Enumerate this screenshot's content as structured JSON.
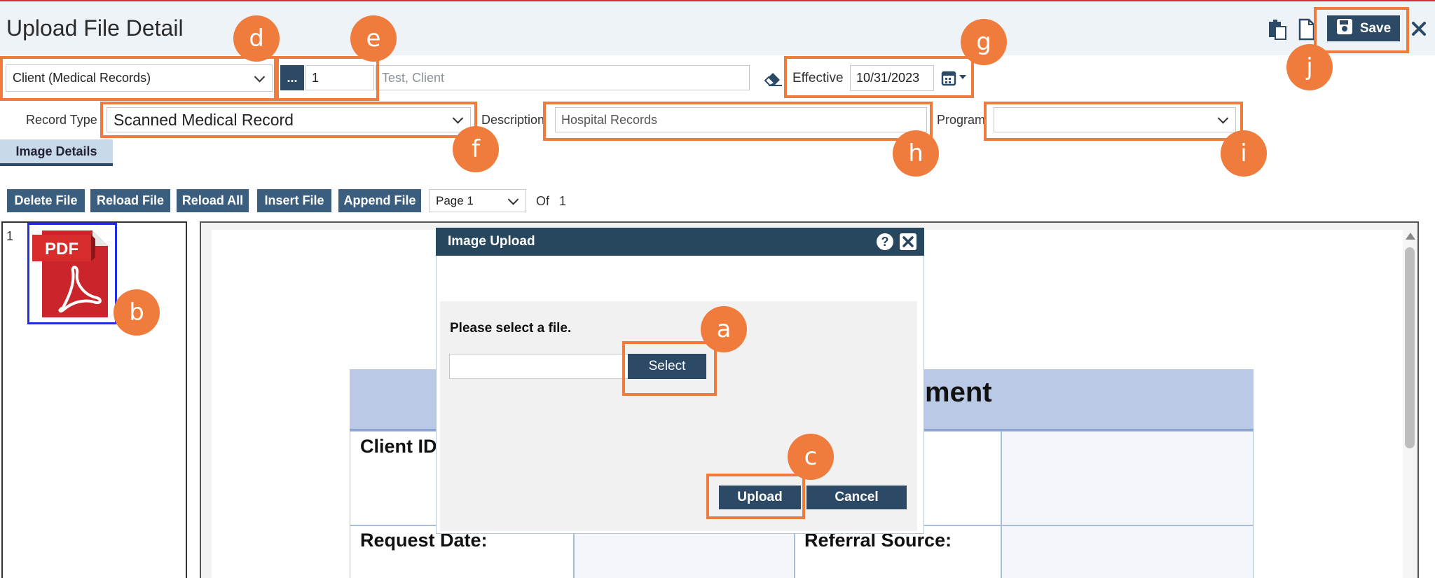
{
  "header": {
    "title": "Upload File Detail",
    "save_label": "Save"
  },
  "client_row": {
    "record_source": "Client (Medical Records)",
    "ellipsis_label": "...",
    "client_id": "1",
    "client_name_placeholder": "Test, Client",
    "effective_label": "Effective",
    "effective_date": "10/31/2023"
  },
  "record_row": {
    "record_type_label": "Record Type",
    "record_type_value": "Scanned Medical Record",
    "description_label": "Description",
    "description_value": "Hospital Records",
    "program_label": "Program",
    "program_value": ""
  },
  "tabs": {
    "image_details": "Image Details"
  },
  "toolbar": {
    "delete_file": "Delete File",
    "reload_file": "Reload File",
    "reload_all": "Reload All",
    "insert_file": "Insert File",
    "append_file": "Append File",
    "page_select": "Page 1",
    "of_label": "Of",
    "page_total": "1"
  },
  "thumbnails": {
    "index": "1",
    "pdf_label": "PDF"
  },
  "dialog": {
    "title": "Image Upload",
    "prompt": "Please select a file.",
    "file_value": "",
    "select_label": "Select",
    "upload_label": "Upload",
    "cancel_label": "Cancel"
  },
  "document": {
    "heading_fragment": "ment",
    "client_id_label": "Client ID",
    "request_date_label": "Request Date:",
    "referral_source_label": "Referral Source:"
  },
  "callouts": {
    "a": "a",
    "b": "b",
    "c": "c",
    "d": "d",
    "e": "e",
    "f": "f",
    "g": "g",
    "h": "h",
    "i": "i",
    "j": "j"
  },
  "colors": {
    "accent": "#ef7b3c",
    "primary_button": "#2c4a66",
    "toolbar_button": "#3b5e7e",
    "header_bg": "#eef3f8",
    "table_header": "#b9c9e6"
  }
}
